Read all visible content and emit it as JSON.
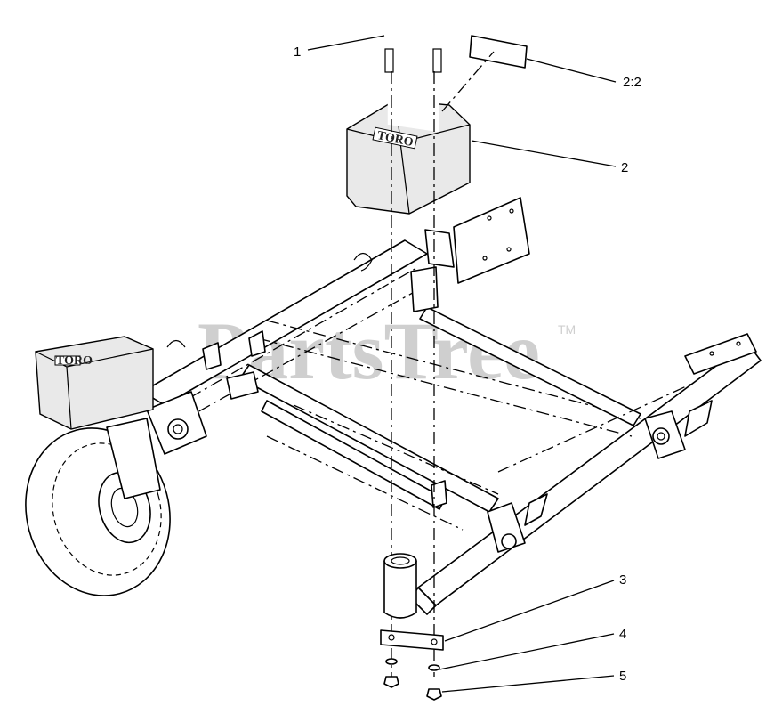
{
  "watermark": {
    "text": "PartsTree",
    "tm": "TM"
  },
  "callouts": [
    {
      "id": "1",
      "label": "1"
    },
    {
      "id": "2:2",
      "label": "2:2"
    },
    {
      "id": "2",
      "label": "2"
    },
    {
      "id": "3",
      "label": "3"
    },
    {
      "id": "4",
      "label": "4"
    },
    {
      "id": "5",
      "label": "5"
    }
  ],
  "brand_marks": [
    "TORO",
    "TORO"
  ]
}
